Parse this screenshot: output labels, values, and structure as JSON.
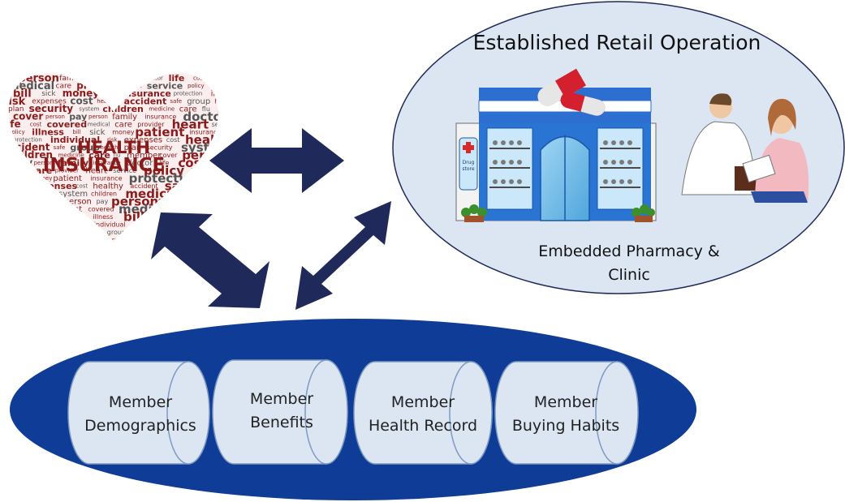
{
  "heart_words": {
    "headline_1": "HEALTH",
    "headline_2": "INSURANCE",
    "cloud": [
      "pay",
      "person",
      "family",
      "insurance",
      "doctor",
      "life",
      "cost",
      "covered",
      "medical",
      "care",
      "provider",
      "heart",
      "service",
      "policy",
      "illness",
      "bill",
      "sick",
      "money",
      "patient",
      "insurance",
      "protection",
      "individual",
      "risk",
      "expenses",
      "cost",
      "healthy",
      "accident",
      "safe",
      "group",
      "health",
      "plan",
      "security",
      "system",
      "children",
      "medicine",
      "care",
      "flu",
      "member",
      "cover",
      "person"
    ]
  },
  "retail": {
    "title": "Established Retail Operation",
    "subtitle_line1": "Embedded  Pharmacy &",
    "subtitle_line2": "Clinic",
    "store_sign": "Drug store"
  },
  "data_store": {
    "drums": [
      {
        "line1": "Member",
        "line2": "Demographics"
      },
      {
        "line1": "Member",
        "line2": "Benefits"
      },
      {
        "line1": "Member",
        "line2": "Health Record"
      },
      {
        "line1": "Member",
        "line2": "Buying Habits"
      }
    ]
  },
  "colors": {
    "arrow": "#1f2a5a",
    "retail_ellipse_fill": "#dce6f2",
    "data_ellipse_fill": "#0e3c96",
    "drum_fill": "#dce6f2",
    "heart_text": "#8b1a1a"
  }
}
